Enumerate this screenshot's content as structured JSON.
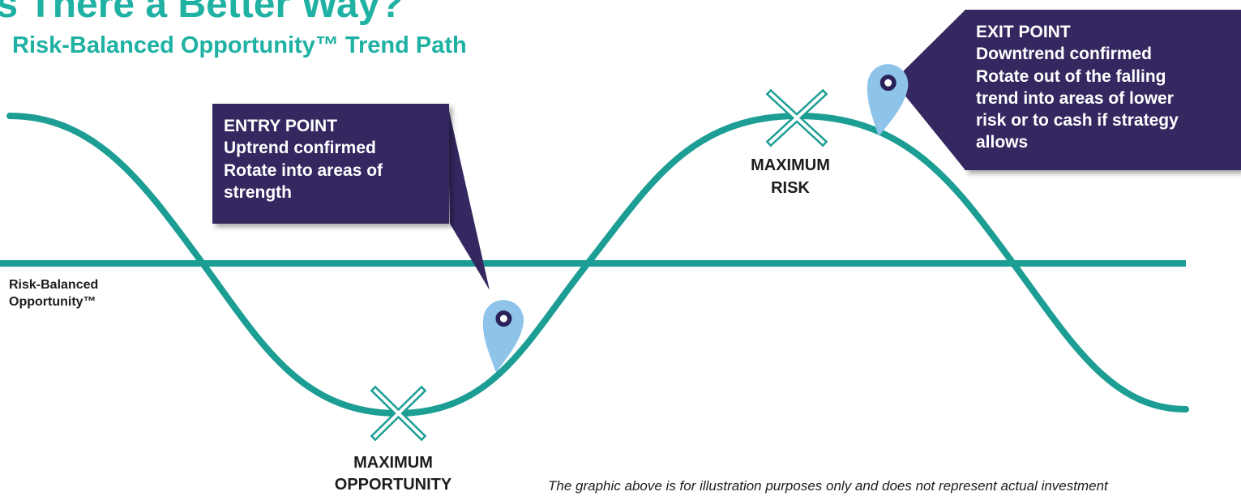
{
  "header": {
    "title": "Is There a Better Way?",
    "subtitle": "Risk-Balanced Opportunity™ Trend Path"
  },
  "entry_callout": {
    "lines": [
      "ENTRY POINT",
      "Uptrend confirmed",
      "Rotate into areas of",
      "strength"
    ]
  },
  "exit_callout": {
    "lines": [
      "EXIT POINT",
      "Downtrend confirmed",
      "Rotate out of the falling",
      "trend into areas of lower",
      "risk or to cash if strategy",
      "allows"
    ]
  },
  "labels": {
    "max_risk": [
      "MAXIMUM",
      "RISK"
    ],
    "max_opportunity": [
      "MAXIMUM",
      "OPPORTUNITY"
    ],
    "baseline": [
      "Risk-Balanced",
      "Opportunity™"
    ]
  },
  "disclaimer": "The graphic above is for illustration purposes only and does not represent actual investment",
  "colors": {
    "teal": "#1c9e94",
    "heading_teal": "#1fb1a3",
    "purple": "#352861",
    "pin_blue": "#8ec4ea",
    "pin_dot": "#2a2158"
  },
  "icons": {
    "entry_marker": "map-pin-icon",
    "exit_marker": "map-pin-icon",
    "peak_marker": "x-mark-icon",
    "trough_marker": "x-mark-icon"
  }
}
